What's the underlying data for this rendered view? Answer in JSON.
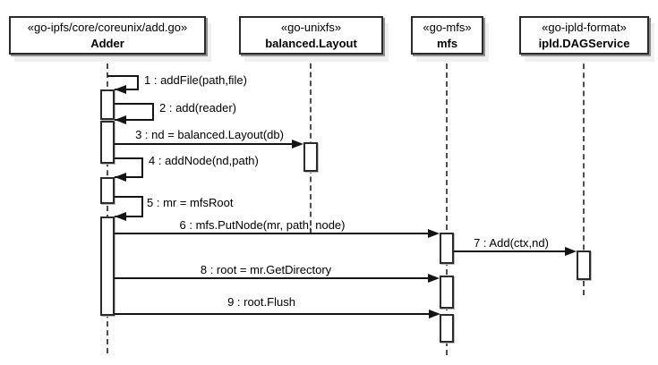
{
  "participants": [
    {
      "id": "adder",
      "stereotype": "«go-ipfs/core/coreunix/add.go»",
      "name": "Adder"
    },
    {
      "id": "balanced",
      "stereotype": "«go-unixfs»",
      "name": "balanced.Layout"
    },
    {
      "id": "mfs",
      "stereotype": "«go-mfs»",
      "name": "mfs"
    },
    {
      "id": "dag",
      "stereotype": "«go-ipld-format»",
      "name": "ipld.DAGService"
    }
  ],
  "messages": [
    {
      "num": 1,
      "label": "1 : addFile(path,file)",
      "from": "adder",
      "to": "adder",
      "kind": "self"
    },
    {
      "num": 2,
      "label": "2 : add(reader)",
      "from": "adder",
      "to": "adder",
      "kind": "self"
    },
    {
      "num": 3,
      "label": "3 : nd = balanced.Layout(db)",
      "from": "adder",
      "to": "balanced",
      "kind": "call"
    },
    {
      "num": 4,
      "label": "4 : addNode(nd,path)",
      "from": "adder",
      "to": "adder",
      "kind": "self"
    },
    {
      "num": 5,
      "label": "5 : mr = mfsRoot",
      "from": "adder",
      "to": "adder",
      "kind": "self"
    },
    {
      "num": 6,
      "label": "6 : mfs.PutNode(mr, path, node)",
      "from": "adder",
      "to": "mfs",
      "kind": "call"
    },
    {
      "num": 7,
      "label": "7 : Add(ctx,nd)",
      "from": "mfs",
      "to": "dag",
      "kind": "call"
    },
    {
      "num": 8,
      "label": "8 : root = mr.GetDirectory",
      "from": "adder",
      "to": "mfs",
      "kind": "call"
    },
    {
      "num": 9,
      "label": "9 : root.Flush",
      "from": "adder",
      "to": "mfs",
      "kind": "call"
    }
  ],
  "colors": {
    "line": "#141414",
    "box_border": "#2b2b2b",
    "box_fill": "#ffffff",
    "box_shadow": "#8f8f8f",
    "lifeline": "#4f4f4f",
    "text": "#000000",
    "background": "#ffffff"
  }
}
